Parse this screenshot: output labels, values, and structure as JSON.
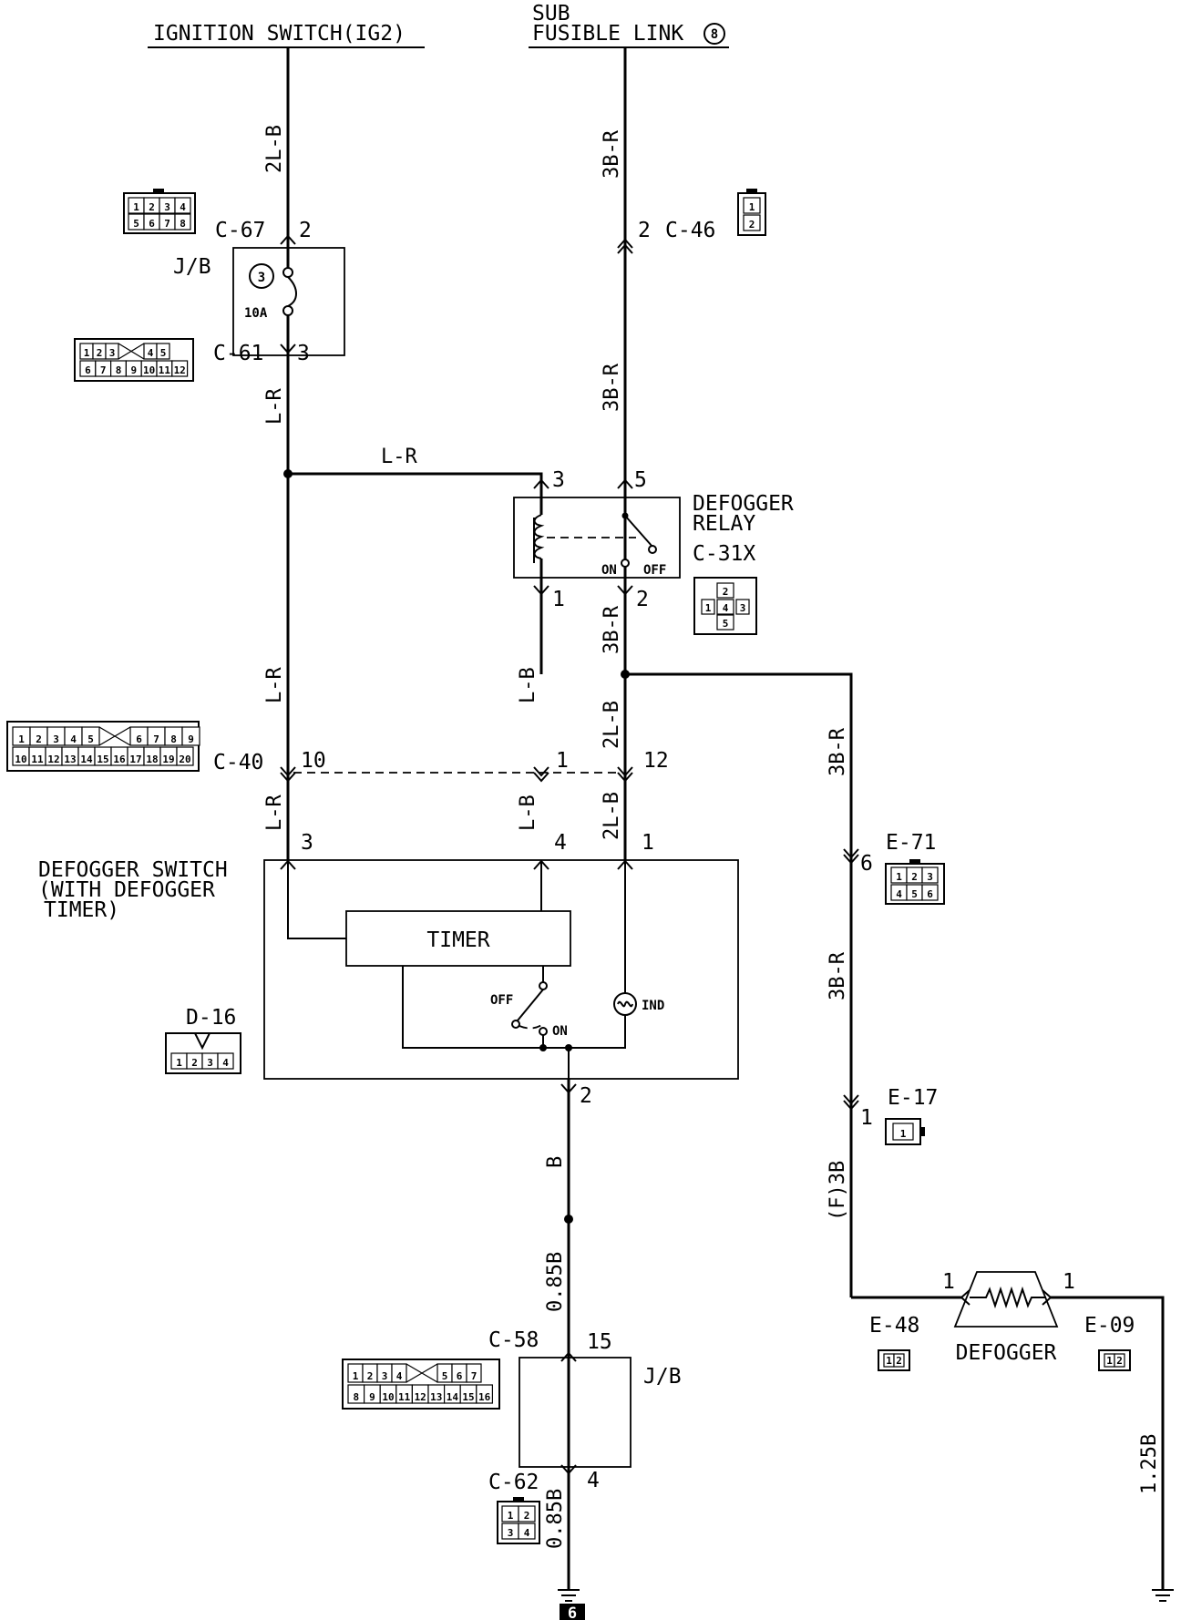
{
  "sources": {
    "ignition": "IGNITION SWITCH(IG2)",
    "sub_line1": "SUB",
    "sub_line2": "FUSIBLE LINK",
    "sub_link_no": "8"
  },
  "wires": {
    "w_2lb_top": "2L-B",
    "w_3br_top": "3B-R",
    "w_3br_mid": "3B-R",
    "w_lr_c61": "L-R",
    "w_lr_h": "L-R",
    "w_3br_relay": "3B-R",
    "w_lr_left": "L-R",
    "w_lb_mid": "L-B",
    "w_2lb_mid": "2L-B",
    "w_3br_right": "3B-R",
    "w_lr_low": "L-R",
    "w_lb_low": "L-B",
    "w_2lb_low": "2L-B",
    "w_3br_right2": "3B-R",
    "w_f3b": "(F)3B",
    "w_b": "B",
    "w_085b_a": "0.85B",
    "w_085b_b": "0.85B",
    "w_125b": "1.25B"
  },
  "connectors": {
    "c67": "C-67",
    "c67_pin": "2",
    "jb_top": "J/B",
    "fuse_no": "3",
    "fuse_rating": "10A",
    "c61": "C-61",
    "c61_pin": "3",
    "c46": "C-46",
    "c46_pin": "2",
    "relay_pin3": "3",
    "relay_pin5": "5",
    "relay_pin1": "1",
    "relay_pin2": "2",
    "relay_name1": "DEFOGGER",
    "relay_name2": "RELAY",
    "c31x": "C-31X",
    "relay_on": "ON",
    "relay_off": "OFF",
    "c40": "C-40",
    "c40_pin10": "10",
    "c40_pin1": "1",
    "c40_pin12": "12",
    "sw_pin3": "3",
    "sw_pin4": "4",
    "sw_pin1": "1",
    "sw_pin2": "2",
    "sw_name1": "DEFOGGER SWITCH",
    "sw_name2": "(WITH DEFOGGER",
    "sw_name3": "TIMER)",
    "timer": "TIMER",
    "sw_off": "OFF",
    "sw_on": "ON",
    "ind": "IND",
    "d16": "D-16",
    "e71": "E-71",
    "e71_pin": "6",
    "e17": "E-17",
    "e17_pin": "1",
    "e48": "E-48",
    "e09": "E-09",
    "defogger": "DEFOGGER",
    "def_pin_l": "1",
    "def_pin_r": "1",
    "c58": "C-58",
    "c58_pin": "15",
    "jb_bottom": "J/B",
    "c62": "C-62",
    "c62_pin": "4",
    "ground_no": "6"
  },
  "pinfaces": {
    "c67": [
      "1",
      "2",
      "3",
      "4",
      "5",
      "6",
      "7",
      "8"
    ],
    "c61_top": [
      "1",
      "2",
      "3",
      "4",
      "5"
    ],
    "c61_bot": [
      "6",
      "7",
      "8",
      "9",
      "10",
      "11",
      "12"
    ],
    "c46": [
      "1",
      "2"
    ],
    "c31x": [
      "1",
      "2",
      "3",
      "4",
      "5"
    ],
    "c40_top": [
      "1",
      "2",
      "3",
      "4",
      "5",
      "6",
      "7",
      "8",
      "9"
    ],
    "c40_bot": [
      "10",
      "11",
      "12",
      "13",
      "14",
      "15",
      "16",
      "17",
      "18",
      "19",
      "20"
    ],
    "e71": [
      "1",
      "2",
      "3",
      "4",
      "5",
      "6"
    ],
    "d16": [
      "1",
      "2",
      "3",
      "4"
    ],
    "e17": [
      "1"
    ],
    "e48": [
      "1",
      "2"
    ],
    "e09": [
      "1",
      "2"
    ],
    "c58_top": [
      "1",
      "2",
      "3",
      "4",
      "5",
      "6",
      "7"
    ],
    "c58_bot": [
      "8",
      "9",
      "10",
      "11",
      "12",
      "13",
      "14",
      "15",
      "16"
    ],
    "c62": [
      "1",
      "2",
      "3",
      "4"
    ]
  }
}
